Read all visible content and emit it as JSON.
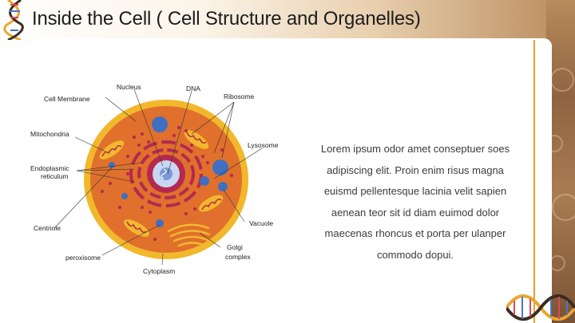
{
  "slide": {
    "title": "Inside the Cell ( Cell Structure and Organelles)",
    "body": "Lorem ipsum odor amet conseptuer soes adipiscing elit. Proin enim risus magna euismd pellentesque lacinia velit sapien aenean teor sit id diam euimod dolor maecenas rhoncus et porta per ulanper commodo dopui."
  },
  "diagram": {
    "labels": {
      "nucleus": "Nucleus",
      "dna": "DNA",
      "ribosome": "Ribosome",
      "cell_membrane": "Cell Membrane",
      "mitochondria": "Mitochondria",
      "lysosome": "Lysosome",
      "er_line1": "Endoplasmic",
      "er_line2": "reticulum",
      "vacuole": "Vacuole",
      "centriole": "Centriole",
      "golgi_line1": "Golgi",
      "golgi_line2": "complex",
      "peroxisome": "peroxisome",
      "cytoplasm": "Cytoplasm"
    }
  },
  "colors": {
    "membrane": "#f2b82c",
    "cytoplasm": "#e0702c",
    "nucleus_ring": "#b5294f",
    "organelle_blue": "#3f6fc2",
    "accent_line": "#e2a22a"
  }
}
